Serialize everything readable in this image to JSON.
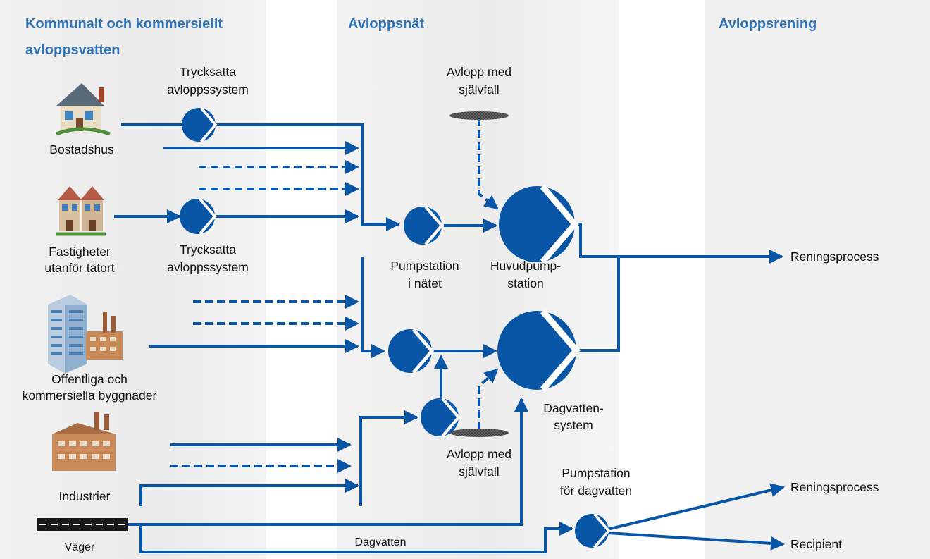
{
  "colors": {
    "accent": "#0a56a6",
    "header": "#2f72b5",
    "text": "#111111"
  },
  "headers": {
    "municipal": [
      "Kommunalt och kommersiellt",
      "avloppsvatten"
    ],
    "network": "Avloppsnät",
    "treatment": "Avloppsrening"
  },
  "sources": {
    "residential": "Bostadshus",
    "rural": [
      "Fastigheter",
      "utanför tätort"
    ],
    "public": [
      "Offentliga och",
      "kommersiella byggnader"
    ],
    "industry": "Industrier",
    "roads": "Väger"
  },
  "network": {
    "pressurized_top": [
      "Trycksatta",
      "avloppssystem"
    ],
    "pressurized_bottom": [
      "Trycksatta",
      "avloppssystem"
    ],
    "gravity_top": [
      "Avlopp med",
      "självfall"
    ],
    "gravity_bottom": [
      "Avlopp med",
      "självfall"
    ],
    "network_pump": [
      "Pumpstation",
      "i nätet"
    ],
    "main_pump": [
      "Huvudpump-",
      "station"
    ],
    "stormwater_system": [
      "Dagvatten-",
      "system"
    ],
    "stormwater_pump": [
      "Pumpstation",
      "för dagvatten"
    ],
    "stormwater_flow": "Dagvatten"
  },
  "outputs": {
    "treatment_1": "Reningsprocess",
    "treatment_2": "Reningsprocess",
    "recipient": "Recipient"
  },
  "icons": [
    "house-icon",
    "townhouse-icon",
    "office-building-icon",
    "factory-icon",
    "road-icon",
    "pump-icon",
    "gravity-sewer-icon"
  ]
}
